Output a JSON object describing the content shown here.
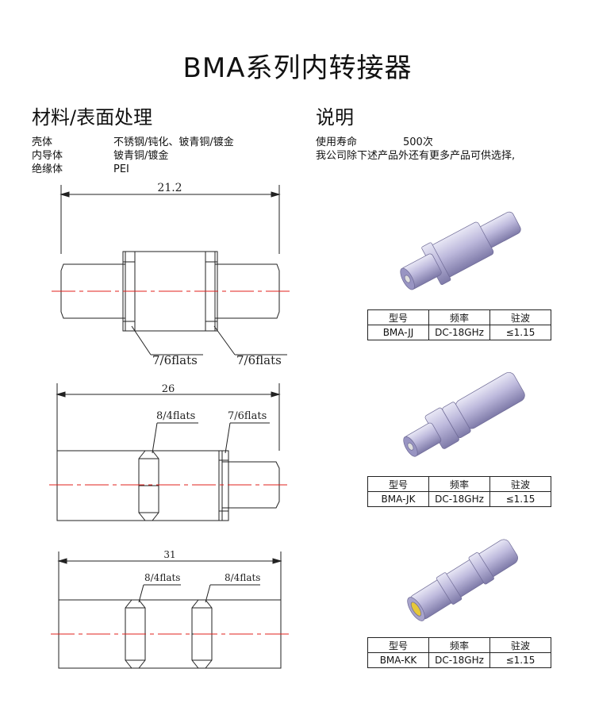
{
  "title": "BMA系列内转接器",
  "materials": {
    "heading": "材料/表面处理",
    "rows": [
      {
        "k": "壳体",
        "v": "不锈钢/钝化、铍青铜/镀金"
      },
      {
        "k": "内导体",
        "v": "铍青铜/镀金"
      },
      {
        "k": "绝缘体",
        "v": "PEI"
      }
    ]
  },
  "notes": {
    "heading": "说明",
    "life_label": "使用寿命",
    "life_value": "500次",
    "more": "我公司除下述产品外还有更多产品可供选择,"
  },
  "drawings": [
    {
      "length": "21.2",
      "labels": [
        "7/6flats",
        "7/6flats"
      ]
    },
    {
      "length": "26",
      "labels": [
        "8/4flats",
        "7/6flats"
      ]
    },
    {
      "length": "31",
      "labels": [
        "8/4flats",
        "8/4flats"
      ]
    }
  ],
  "tables": [
    {
      "h": [
        "型号",
        "频率",
        "驻波"
      ],
      "r": [
        "BMA-JJ",
        "DC-18GHz",
        "≤1.15"
      ]
    },
    {
      "h": [
        "型号",
        "频率",
        "驻波"
      ],
      "r": [
        "BMA-JK",
        "DC-18GHz",
        "≤1.15"
      ]
    },
    {
      "h": [
        "型号",
        "频率",
        "驻波"
      ],
      "r": [
        "BMA-KK",
        "DC-18GHz",
        "≤1.15"
      ]
    }
  ],
  "colors": {
    "centerline": "#e0201c",
    "metal": "#b9b6d6"
  }
}
